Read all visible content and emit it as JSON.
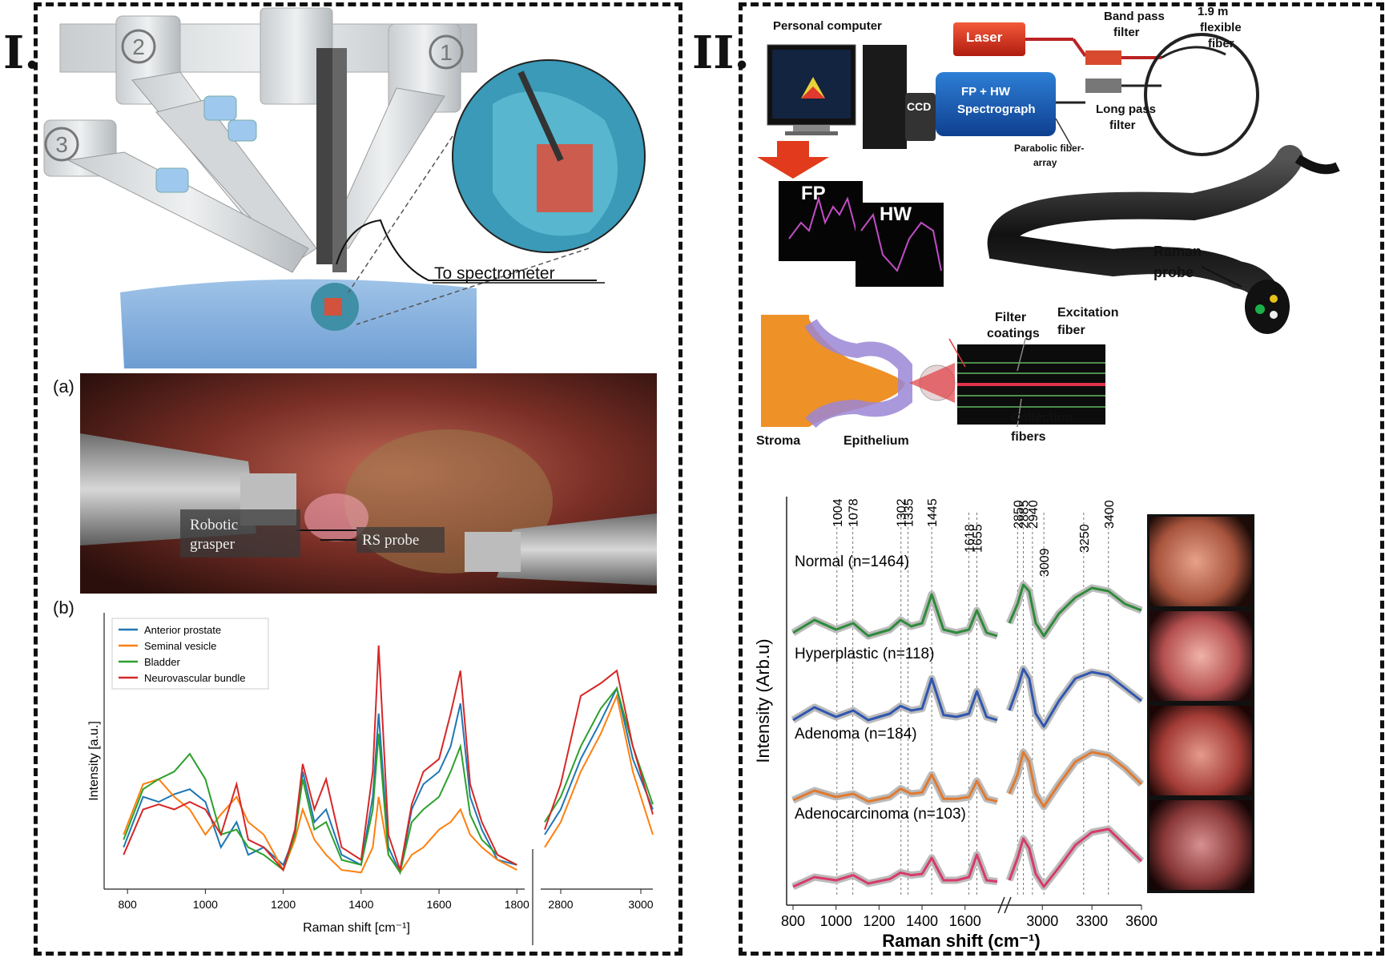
{
  "panel_one": {
    "numeral": "I.",
    "arm_numbers": [
      "2",
      "1",
      "3"
    ],
    "to_spectrometer": "To spectrometer",
    "sub_a": "(a)",
    "robotic_grasper": [
      "Robotic",
      "grasper"
    ],
    "rs_probe": "RS probe",
    "sub_b": "(b)"
  },
  "panel_two": {
    "numeral": "II.",
    "personal_computer": "Personal computer",
    "laser": "Laser",
    "band_pass": [
      "Band pass",
      "filter"
    ],
    "fiber_length": [
      "1.9 m",
      "flexible",
      "fiber"
    ],
    "ccd": "CCD",
    "spectrograph": [
      "FP + HW",
      "Spectrograph"
    ],
    "long_pass": [
      "Long pass",
      "filter"
    ],
    "parabolic": [
      "Parabolic fiber-",
      "array"
    ],
    "fp_label": "FP",
    "hw_label": "HW",
    "raman_probe": [
      "Raman",
      "probe"
    ],
    "filter_coatings": [
      "Filter",
      "coatings"
    ],
    "excitation_fiber": [
      "Excitation",
      "fiber"
    ],
    "collection_fibers": [
      "Collection",
      "fibers"
    ],
    "stroma": "Stroma",
    "epithelium": "Epithelium"
  },
  "chart_data": [
    {
      "type": "line",
      "xlabel": "Raman shift [cm⁻¹]",
      "ylabel": "Intensity [a.u.]",
      "x_ticks_left": [
        "800",
        "1000",
        "1200",
        "1400",
        "1600",
        "1800"
      ],
      "x_ticks_right": [
        "2800",
        "3000"
      ],
      "xlim_left": [
        740,
        1820
      ],
      "xlim_right": [
        2750,
        3030
      ],
      "colors": [
        "#1f77b4",
        "#ff7f0e",
        "#2ca02c",
        "#d62728"
      ],
      "series": [
        {
          "name": "Anterior prostate",
          "x": [
            790,
            840,
            880,
            920,
            960,
            1000,
            1040,
            1080,
            1110,
            1150,
            1200,
            1230,
            1250,
            1280,
            1310,
            1350,
            1400,
            1430,
            1445,
            1470,
            1500,
            1530,
            1560,
            1600,
            1630,
            1655,
            1680,
            1710,
            1750,
            1800,
            2760,
            2800,
            2850,
            2900,
            2940,
            2980,
            3030
          ],
          "y": [
            0.15,
            0.35,
            0.33,
            0.36,
            0.38,
            0.33,
            0.15,
            0.25,
            0.12,
            0.15,
            0.08,
            0.2,
            0.45,
            0.25,
            0.3,
            0.12,
            0.08,
            0.35,
            0.68,
            0.15,
            0.05,
            0.3,
            0.4,
            0.45,
            0.55,
            0.72,
            0.35,
            0.22,
            0.1,
            0.08,
            0.2,
            0.3,
            0.5,
            0.65,
            0.78,
            0.5,
            0.3
          ]
        },
        {
          "name": "Seminal vesicle",
          "x": [
            790,
            840,
            880,
            920,
            960,
            1000,
            1040,
            1080,
            1110,
            1150,
            1200,
            1230,
            1250,
            1280,
            1310,
            1350,
            1400,
            1430,
            1445,
            1470,
            1500,
            1530,
            1560,
            1600,
            1630,
            1655,
            1680,
            1710,
            1750,
            1800,
            2760,
            2800,
            2850,
            2900,
            2940,
            2980,
            3030
          ],
          "y": [
            0.2,
            0.4,
            0.42,
            0.35,
            0.3,
            0.2,
            0.28,
            0.35,
            0.25,
            0.2,
            0.06,
            0.18,
            0.3,
            0.18,
            0.12,
            0.06,
            0.05,
            0.15,
            0.35,
            0.12,
            0.05,
            0.12,
            0.15,
            0.22,
            0.25,
            0.3,
            0.2,
            0.15,
            0.1,
            0.06,
            0.15,
            0.25,
            0.45,
            0.6,
            0.75,
            0.45,
            0.2
          ]
        },
        {
          "name": "Bladder",
          "x": [
            790,
            840,
            880,
            920,
            960,
            1000,
            1040,
            1080,
            1110,
            1150,
            1200,
            1230,
            1250,
            1280,
            1310,
            1350,
            1400,
            1430,
            1445,
            1470,
            1500,
            1530,
            1560,
            1600,
            1630,
            1655,
            1680,
            1710,
            1750,
            1800,
            2760,
            2800,
            2850,
            2900,
            2940,
            2980,
            3030
          ],
          "y": [
            0.18,
            0.38,
            0.42,
            0.45,
            0.52,
            0.42,
            0.2,
            0.22,
            0.15,
            0.12,
            0.06,
            0.2,
            0.42,
            0.22,
            0.25,
            0.1,
            0.08,
            0.3,
            0.6,
            0.12,
            0.05,
            0.25,
            0.3,
            0.35,
            0.45,
            0.55,
            0.28,
            0.18,
            0.12,
            0.08,
            0.25,
            0.35,
            0.55,
            0.7,
            0.78,
            0.55,
            0.32
          ]
        },
        {
          "name": "Neurovascular bundle",
          "x": [
            790,
            840,
            880,
            920,
            960,
            1000,
            1040,
            1080,
            1110,
            1150,
            1200,
            1230,
            1250,
            1280,
            1310,
            1350,
            1400,
            1430,
            1445,
            1470,
            1500,
            1530,
            1560,
            1600,
            1630,
            1655,
            1680,
            1710,
            1750,
            1800,
            2760,
            2800,
            2850,
            2900,
            2940,
            2980,
            3030
          ],
          "y": [
            0.12,
            0.3,
            0.32,
            0.3,
            0.33,
            0.3,
            0.2,
            0.4,
            0.18,
            0.15,
            0.06,
            0.22,
            0.48,
            0.3,
            0.42,
            0.15,
            0.1,
            0.45,
            0.95,
            0.2,
            0.06,
            0.32,
            0.45,
            0.5,
            0.68,
            0.85,
            0.4,
            0.25,
            0.12,
            0.08,
            0.22,
            0.4,
            0.75,
            0.8,
            0.85,
            0.55,
            0.28
          ]
        }
      ]
    },
    {
      "type": "line",
      "xlabel": "Raman shift (cm⁻¹)",
      "ylabel": "Intensity (Arb.u)",
      "x_ticks": [
        "800",
        "1000",
        "1200",
        "1400",
        "1600",
        "3000",
        "3300",
        "3600"
      ],
      "peak_labels": [
        "1004",
        "1078",
        "1302",
        "1335",
        "1445",
        "1618",
        "1655",
        "2850",
        "2885",
        "2940",
        "3009",
        "3250",
        "3400"
      ],
      "colors": [
        "#2e8b3a",
        "#2f56b0",
        "#e07a30",
        "#d83a6a"
      ],
      "series": [
        {
          "name": "Normal (n=1464)",
          "x": [
            800,
            900,
            1000,
            1080,
            1150,
            1250,
            1300,
            1350,
            1400,
            1445,
            1500,
            1560,
            1618,
            1655,
            1700,
            1750,
            2800,
            2850,
            2885,
            2920,
            2960,
            3009,
            3100,
            3200,
            3300,
            3400,
            3500,
            3600
          ],
          "y": [
            0.25,
            0.45,
            0.3,
            0.4,
            0.2,
            0.3,
            0.45,
            0.35,
            0.4,
            0.85,
            0.3,
            0.25,
            0.3,
            0.6,
            0.25,
            0.2,
            0.4,
            0.7,
            1.0,
            0.9,
            0.4,
            0.2,
            0.55,
            0.8,
            0.95,
            0.9,
            0.7,
            0.6
          ]
        },
        {
          "name": "Hyperplastic (n=118)",
          "x": [
            800,
            900,
            1000,
            1080,
            1150,
            1250,
            1300,
            1350,
            1400,
            1445,
            1500,
            1560,
            1618,
            1655,
            1700,
            1750,
            2800,
            2850,
            2885,
            2920,
            2960,
            3009,
            3100,
            3200,
            3300,
            3400,
            3500,
            3600
          ],
          "y": [
            0.2,
            0.4,
            0.25,
            0.35,
            0.2,
            0.3,
            0.42,
            0.35,
            0.38,
            0.85,
            0.28,
            0.25,
            0.3,
            0.65,
            0.25,
            0.2,
            0.35,
            0.7,
            1.0,
            0.85,
            0.3,
            0.1,
            0.5,
            0.85,
            0.95,
            0.9,
            0.7,
            0.5
          ]
        },
        {
          "name": "Adenoma (n=184)",
          "x": [
            800,
            900,
            1000,
            1080,
            1150,
            1250,
            1300,
            1350,
            1400,
            1445,
            1500,
            1560,
            1618,
            1655,
            1700,
            1750,
            2800,
            2850,
            2885,
            2920,
            2960,
            3009,
            3100,
            3200,
            3300,
            3400,
            3500,
            3600
          ],
          "y": [
            0.2,
            0.35,
            0.25,
            0.3,
            0.18,
            0.25,
            0.38,
            0.3,
            0.32,
            0.6,
            0.22,
            0.22,
            0.25,
            0.5,
            0.22,
            0.18,
            0.3,
            0.6,
            0.95,
            0.8,
            0.3,
            0.1,
            0.45,
            0.8,
            0.95,
            0.9,
            0.7,
            0.45
          ]
        },
        {
          "name": "Adenocarcinoma (n=103)",
          "x": [
            800,
            900,
            1000,
            1080,
            1150,
            1250,
            1300,
            1350,
            1400,
            1445,
            1500,
            1560,
            1618,
            1655,
            1700,
            1750,
            2800,
            2850,
            2885,
            2920,
            2960,
            3009,
            3100,
            3200,
            3300,
            3400,
            3500,
            3600
          ],
          "y": [
            0.1,
            0.25,
            0.2,
            0.28,
            0.15,
            0.22,
            0.32,
            0.28,
            0.3,
            0.55,
            0.2,
            0.2,
            0.25,
            0.6,
            0.2,
            0.18,
            0.2,
            0.55,
            0.85,
            0.7,
            0.3,
            0.1,
            0.4,
            0.75,
            0.95,
            1.0,
            0.75,
            0.5
          ]
        }
      ]
    }
  ]
}
